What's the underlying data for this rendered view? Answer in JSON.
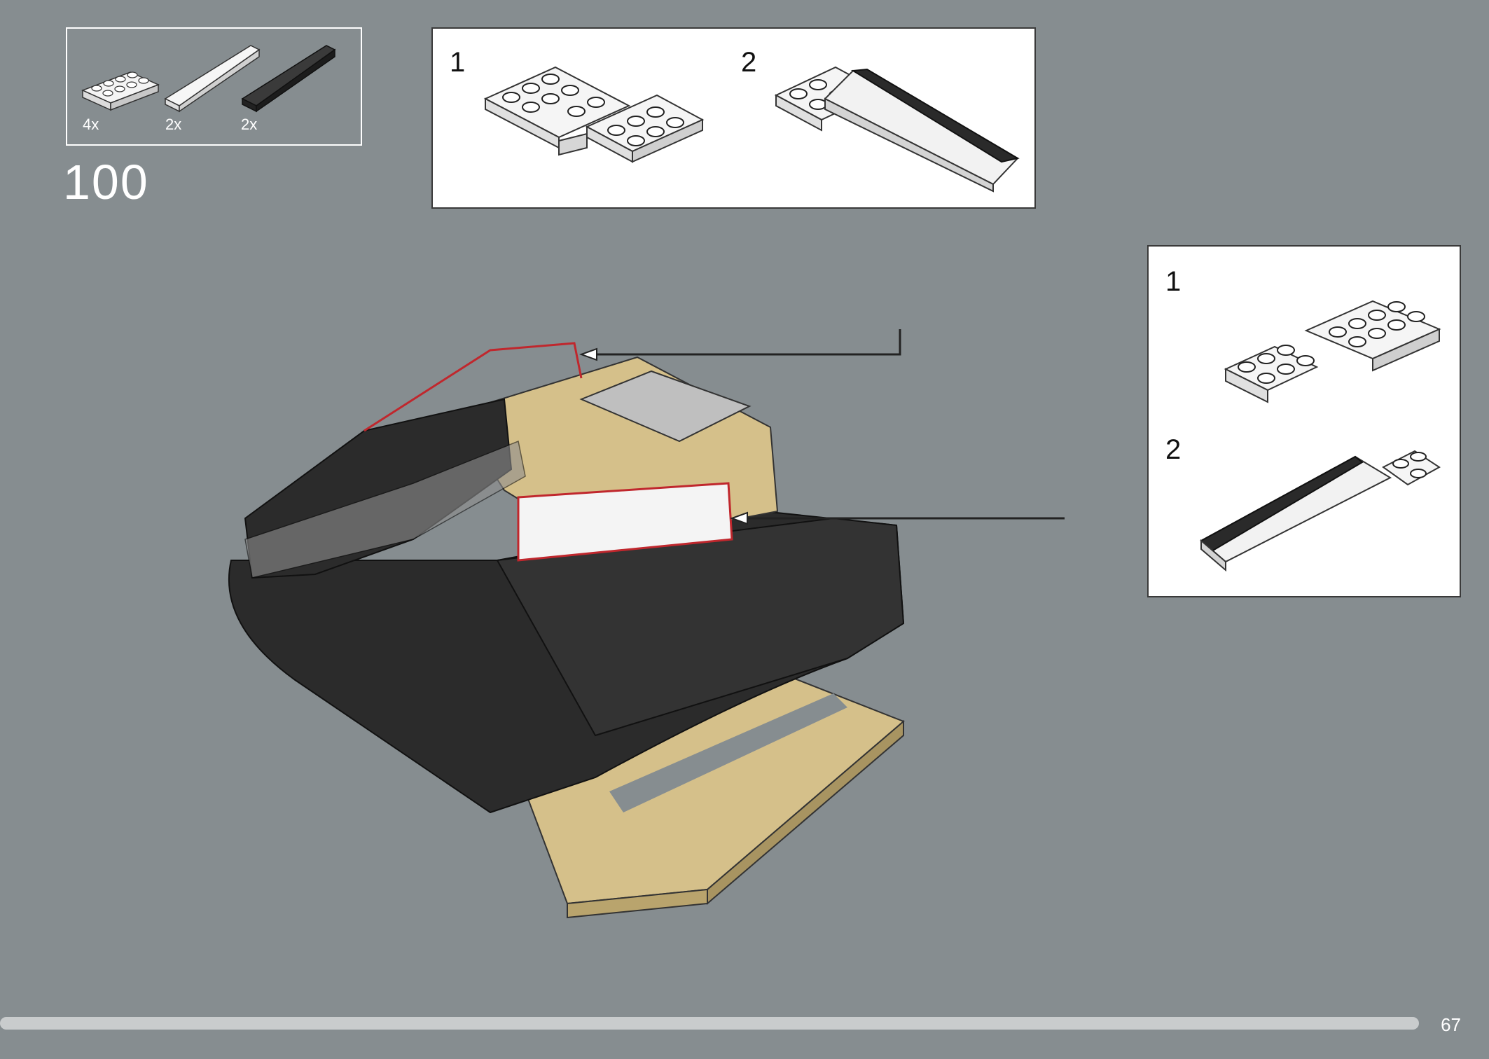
{
  "parts_list": {
    "items": [
      {
        "quantity": "4x",
        "part": "white-plate-2x4"
      },
      {
        "quantity": "2x",
        "part": "white-wedge-slope"
      },
      {
        "quantity": "2x",
        "part": "black-wedge-slope"
      }
    ]
  },
  "step": {
    "number": "100"
  },
  "callout_top": {
    "substeps": [
      {
        "number": "1"
      },
      {
        "number": "2"
      }
    ]
  },
  "callout_right": {
    "substeps": [
      {
        "number": "1"
      },
      {
        "number": "2"
      }
    ]
  },
  "page": {
    "number": "67"
  },
  "colors": {
    "background": "#868d90",
    "black_brick": "#2b2b2b",
    "tan_brick": "#d5c08a",
    "white_brick": "#f4f4f4",
    "highlight": "#c0272d",
    "brown_brick": "#6b3b22"
  }
}
